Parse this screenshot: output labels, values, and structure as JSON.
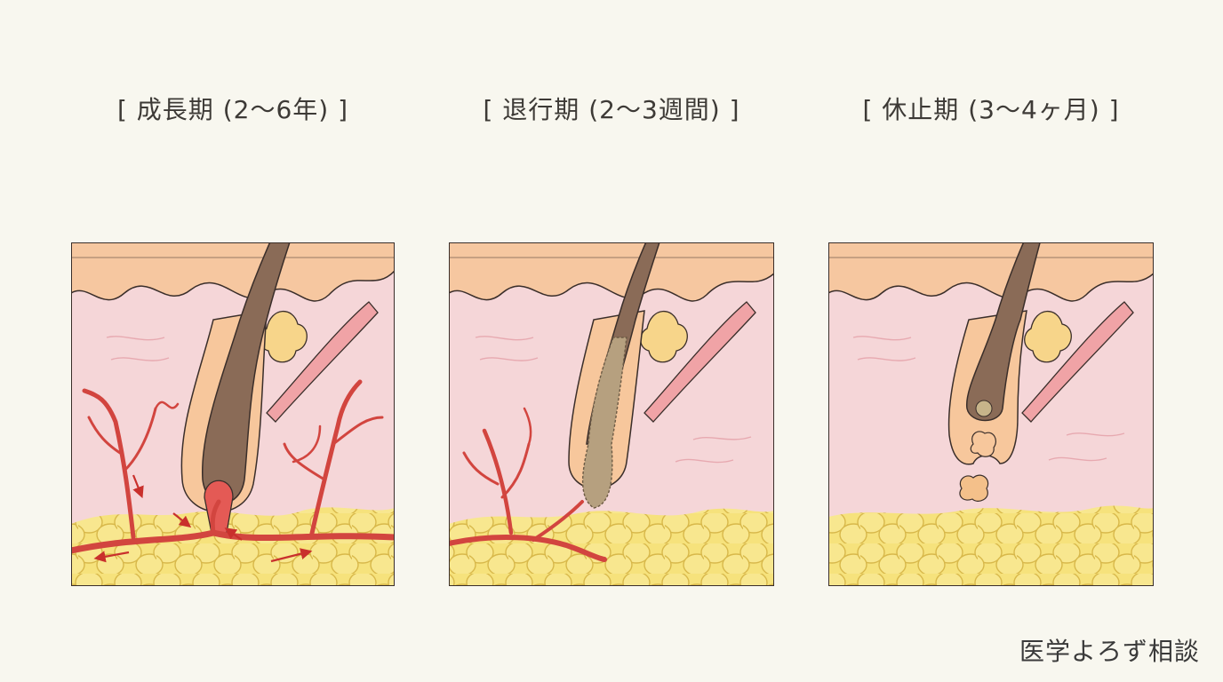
{
  "panels": [
    {
      "id": "anagen",
      "title": "[ 成長期 (2〜6年) ]"
    },
    {
      "id": "catagen",
      "title": "[ 退行期 (2〜3週間) ]"
    },
    {
      "id": "telogen",
      "title": "[ 休止期 (3〜4ヶ月) ]"
    }
  ],
  "watermark": "医学よろず相談",
  "colors": {
    "background": "#f8f7ef",
    "epidermis": "#f6c7a0",
    "dermis": "#f5d6d8",
    "fat": "#f7e27f",
    "hair": "#8a6b57",
    "blood_vessel": "#d2453f",
    "outline": "#3a2e2a"
  }
}
